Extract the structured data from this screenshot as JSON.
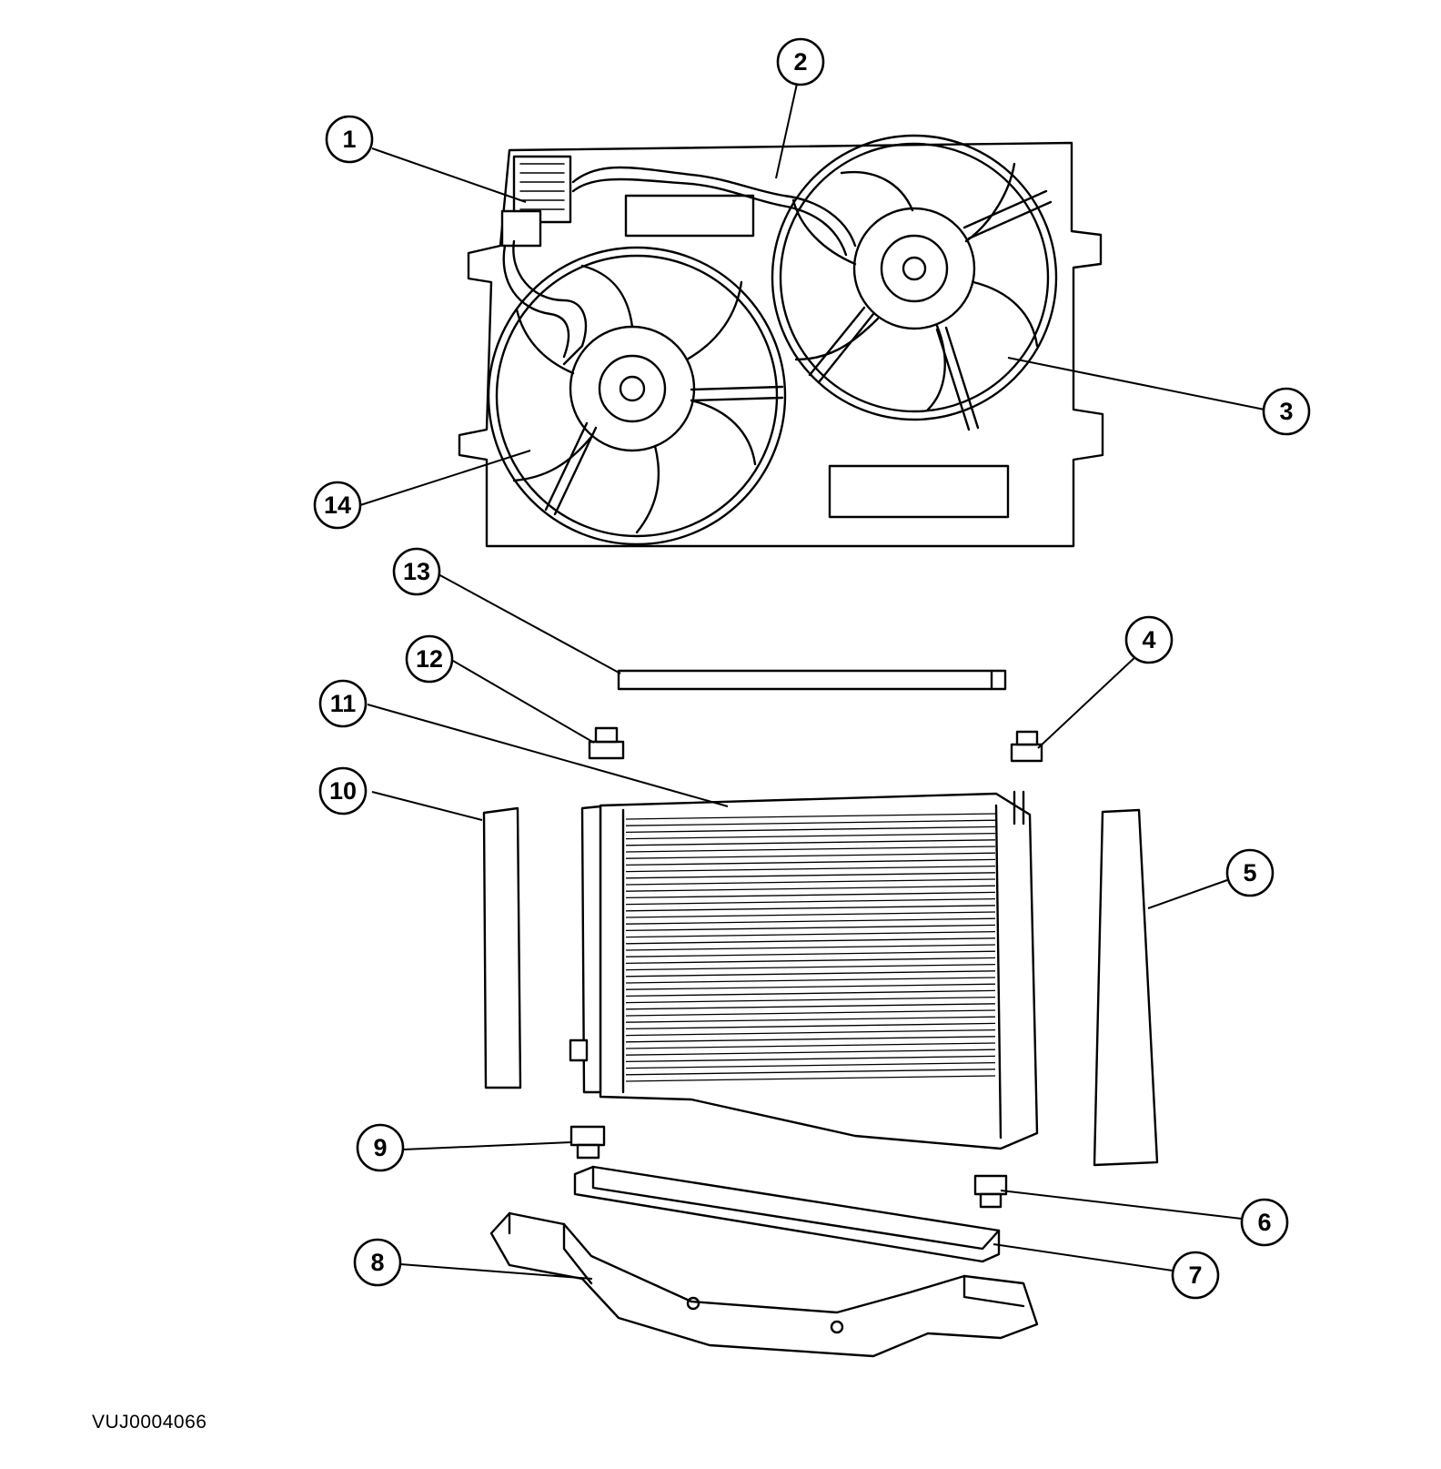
{
  "figure_id": "VUJ0004066",
  "callouts": [
    {
      "label": "1"
    },
    {
      "label": "2"
    },
    {
      "label": "3"
    },
    {
      "label": "4"
    },
    {
      "label": "5"
    },
    {
      "label": "6"
    },
    {
      "label": "7"
    },
    {
      "label": "8"
    },
    {
      "label": "9"
    },
    {
      "label": "10"
    },
    {
      "label": "11"
    },
    {
      "label": "12"
    },
    {
      "label": "13"
    },
    {
      "label": "14"
    }
  ]
}
